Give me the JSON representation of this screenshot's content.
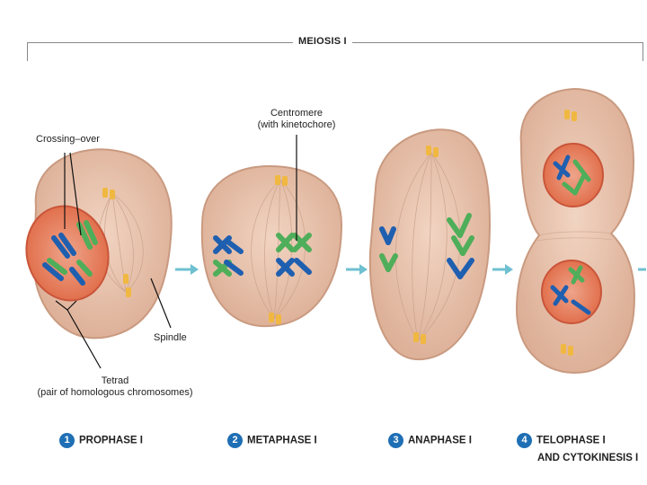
{
  "title": "MEIOSIS I",
  "labels": {
    "crossing_over": "Crossing–over",
    "centromere": "Centromere",
    "centromere_sub": "(with kinetochore)",
    "spindle": "Spindle",
    "tetrad": "Tetrad",
    "tetrad_sub": "(pair of homologous chromosomes)"
  },
  "phases": [
    {
      "number": "1",
      "label": "PROPHASE I"
    },
    {
      "number": "2",
      "label": "METAPHASE I"
    },
    {
      "number": "3",
      "label": "ANAPHASE I"
    },
    {
      "number": "4",
      "label": "TELOPHASE I",
      "label2": "AND CYTOKINESIS I"
    }
  ],
  "colors": {
    "cell_fill": "#e8c4ad",
    "cell_edge": "#c99a80",
    "nucleus_fill": "#e98a6a",
    "chrom_blue": "#1f5fb0",
    "chrom_green": "#4fae5a",
    "centrosome": "#f0b840",
    "arrow": "#6fc0d0"
  }
}
